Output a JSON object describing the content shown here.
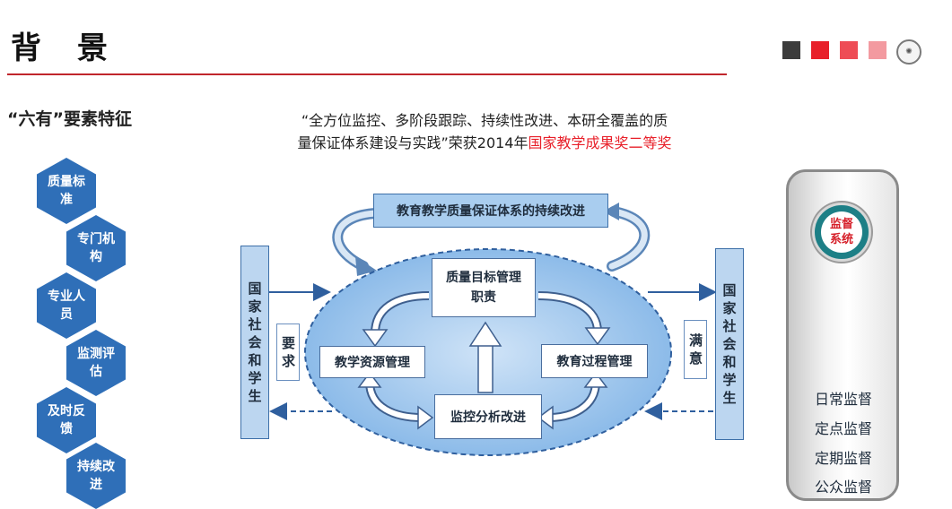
{
  "header": {
    "title": "背 景",
    "accent_squares": [
      "#3c3c3c",
      "#e8202a",
      "#ee4c55",
      "#f39aa0"
    ],
    "rule_color": "#c0262c"
  },
  "left_heading": "“六有”要素特征",
  "hexagons": [
    {
      "label": "质量标准"
    },
    {
      "label": "专门机构"
    },
    {
      "label": "专业人员"
    },
    {
      "label": "监测评估"
    },
    {
      "label": "及时反馈"
    },
    {
      "label": "持续改进"
    }
  ],
  "top_text": {
    "line1": "“全方位监控、多阶段跟踪、持续性改进、本研全覆盖的质",
    "line2_prefix": "量保证体系建设与实践”荣获2014年",
    "line2_highlight": "国家教学成果奖二等奖",
    "highlight_color": "#e8202a"
  },
  "diagram": {
    "top_box": "教育教学质量保证体系的持续改进",
    "left_bar": "国家社会和学生",
    "right_bar": "国家社会和学生",
    "left_side_box": "要求",
    "right_side_box": "满意",
    "center_top": "质量目标管理职责",
    "center_left": "教学资源管理",
    "center_right": "教育过程管理",
    "center_bottom": "监控分析改进"
  },
  "supervision": {
    "circle_label": "监督系统",
    "items": [
      "日常监督",
      "定点监督",
      "定期监督",
      "公众监督"
    ]
  }
}
